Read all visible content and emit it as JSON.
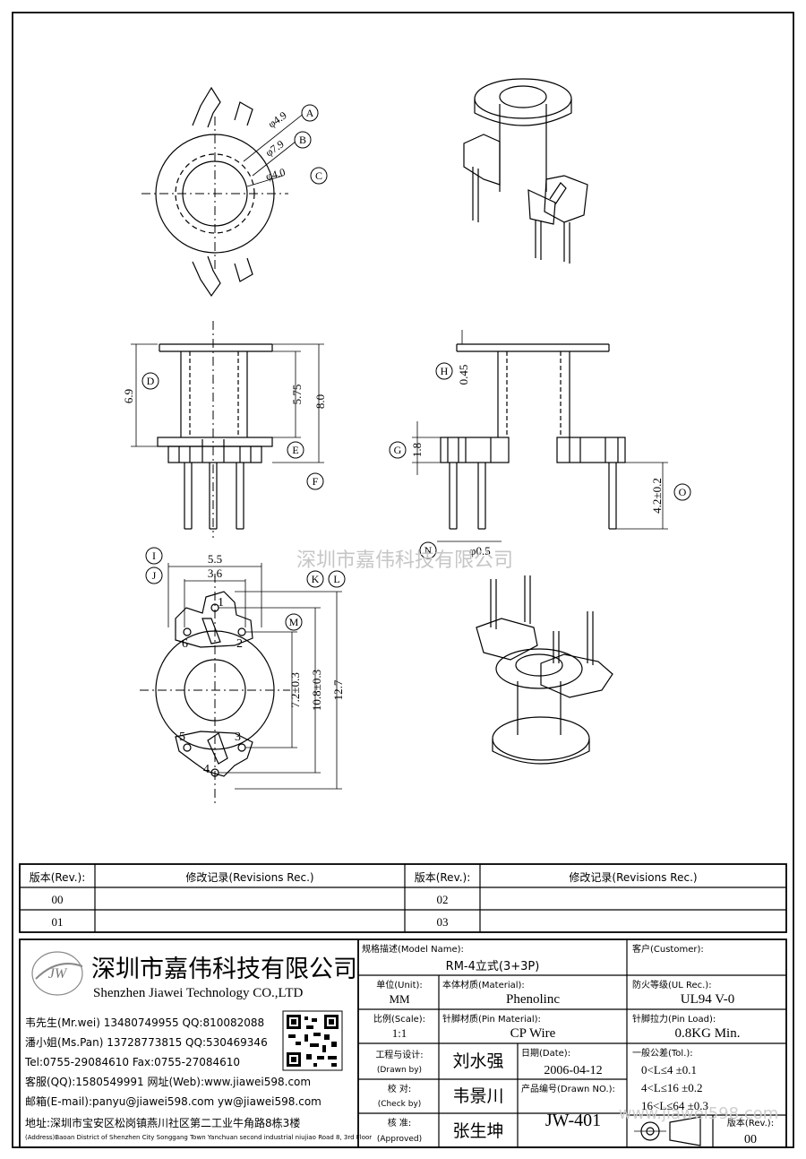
{
  "dims": {
    "top_a": "φ4.9",
    "top_b": "φ7.9",
    "top_c": "φ4.0",
    "front_h1": "6.9",
    "front_h2": "5.75",
    "front_h3": "8.0",
    "side_h": "0.45",
    "side_g": "1.8",
    "side_o": "4.2±0.2",
    "side_n": "φ0.5",
    "bot_i": "5.5",
    "bot_j": "3.6",
    "bot_m": "7.2±0.3",
    "bot_k": "10.8±0.3",
    "bot_l": "12.7"
  },
  "callouts": {
    "A": "A",
    "B": "B",
    "C": "C",
    "D": "D",
    "E": "E",
    "F": "F",
    "G": "G",
    "H": "H",
    "I": "I",
    "J": "J",
    "K": "K",
    "L": "L",
    "M": "M",
    "N": "N",
    "O": "O"
  },
  "pins": {
    "p1": "1",
    "p2": "2",
    "p3": "3",
    "p4": "4",
    "p5": "5",
    "p6": "6"
  },
  "watermark": {
    "text": "深圳市嘉伟科技有限公司",
    "url": "www.jiawei598.com"
  },
  "revision": {
    "headers": [
      "版本(Rev.):",
      "修改记录(Revisions Rec.)",
      "版本(Rev.):",
      "修改记录(Revisions Rec.)"
    ],
    "rows": [
      "00",
      "01",
      "02",
      "03"
    ]
  },
  "company": {
    "logo": "JW",
    "name_cn": "深圳市嘉伟科技有限公司",
    "name_en": "Shenzhen Jiawei Technology CO.,LTD",
    "contacts": [
      "韦先生(Mr.wei) 13480749955 QQ:810082088",
      "潘小姐(Ms.Pan) 13728773815 QQ:530469346",
      "Tel:0755-29084610     Fax:0755-27084610",
      "客服(QQ):1580549991   网址(Web):www.jiawei598.com",
      "邮箱(E-mail):panyu@jiawei598.com  yw@jiawei598.com",
      "地址:深圳市宝安区松岗镇燕川社区第二工业牛角路8栋3楼"
    ],
    "address_en": "(Address)Baoan District of Shenzhen City Songgang Town Yanchuan  second industrial niujiao Road 8, 3rd Floor"
  },
  "title": {
    "model_label": "规格描述(Model Name):",
    "model_value": "RM-4立式(3+3P)",
    "customer_label": "客户(Customer):",
    "unit_label": "单位(Unit):",
    "unit_value": "MM",
    "material_label": "本体材质(Material):",
    "material_value": "Phenolinc",
    "ul_label": "防火等级(UL Rec.):",
    "ul_value": "UL94 V-0",
    "scale_label": "比例(Scale):",
    "scale_value": "1:1",
    "pin_material_label": "针脚材质(Pin Material):",
    "pin_material_value": "CP Wire",
    "pin_load_label": "针脚拉力(Pin Load):",
    "pin_load_value": "0.8KG Min.",
    "drawn_label": "工程与设计:",
    "drawn_label_en": "(Drawn by)",
    "drawn_value": "刘水强",
    "date_label": "日期(Date):",
    "date_value": "2006-04-12",
    "tol_label": "一般公差(Tol.):",
    "tol_rows": [
      "0<L≤4    ±0.1",
      "4<L≤16   ±0.2",
      "16<L≤64  ±0.3"
    ],
    "check_label": "校  对:",
    "check_label_en": "(Check by)",
    "check_value": "韦景川",
    "drawn_no_label": "产品编号(Drawn NO.):",
    "drawn_no_value": "JW-401",
    "approved_label": "核  准:",
    "approved_label_en": "(Approved)",
    "approved_value": "张生坤",
    "rev_label": "版本(Rev.):",
    "rev_value": "00"
  }
}
